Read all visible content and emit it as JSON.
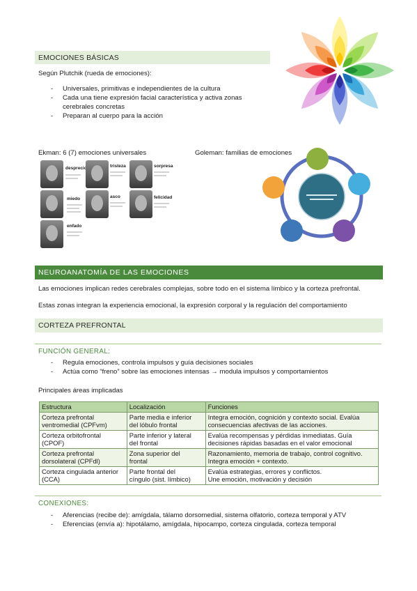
{
  "basicas": {
    "header": "EMOCIONES BÁSICAS",
    "intro": "Según Plutchik (rueda de emociones):",
    "bullets": [
      "Universales, primitivas e independientes de la cultura",
      "Cada una tiene expresión facial característica y activa zonas",
      "cerebrales concretas",
      "Preparan al cuerpo para la acción"
    ],
    "ekman_label": "Ekman: 6 (7) emociones universales",
    "goleman_label": "Goleman: familias de emociones",
    "ekman_faces": [
      "desprecio",
      "tristeza",
      "sorpresa",
      "miedo",
      "asco",
      "felicidad",
      "enfado"
    ]
  },
  "neuro": {
    "header": "NEUROANATOMÍA DE LAS EMOCIONES",
    "p1": "Las emociones implican redes cerebrales complejas, sobre todo en el sistema límbico y la corteza prefrontal.",
    "p2": "Estas zonas integran la experiencia emocional, la expresión corporal y la regulación del comportamiento"
  },
  "prefrontal": {
    "header": "CORTEZA PREFRONTAL",
    "funcion_title": "FUNCIÓN GENERAL:",
    "funcion_bullets": [
      "Regula emociones, controla impulsos y guía decisiones sociales",
      "Actúa como “freno” sobre las emociones intensas → modula impulsos y comportamientos"
    ],
    "areas_title": "Principales áreas implicadas",
    "table": {
      "headers": [
        "Estructura",
        "Localización",
        "Funciones"
      ],
      "rows": [
        {
          "estructura": [
            "Corteza prefrontal",
            "ventromedial (CPFvm)"
          ],
          "localizacion": [
            "Parte media e inferior",
            "del lóbulo frontal"
          ],
          "funciones": [
            "Integra emoción, cognición y contexto social. Evalúa",
            "consecuencias afectivas de las acciones."
          ]
        },
        {
          "estructura": [
            "Corteza orbitofrontal",
            "(CPOF)"
          ],
          "localizacion": [
            "Parte inferior y lateral",
            "del frontal"
          ],
          "funciones": [
            "Evalúa recompensas y pérdidas inmediatas. Guía",
            "decisiones rápidas basadas en el valor emocional"
          ]
        },
        {
          "estructura": [
            "Corteza prefrontal",
            "dorsolateral (CPFdl)"
          ],
          "localizacion": [
            "Zona superior del",
            "frontal"
          ],
          "funciones": [
            "Razonamiento, memoria de trabajo, control cognitivo.",
            "Integra emoción + contexto."
          ]
        },
        {
          "estructura": [
            "Corteza cingulada anterior",
            "(CCA)"
          ],
          "localizacion": [
            "Parte frontal del",
            "cíngulo (sist. límbico)"
          ],
          "funciones": [
            "Evalúa estrategias, errores y conflictos.",
            "Une emoción, motivación y decisión"
          ]
        }
      ]
    }
  },
  "conexiones": {
    "title": "CONEXIONES:",
    "bullets": [
      "Aferencias (recibe de): amígdala, tálamo dorsomedial, sistema olfatorio, corteza temporal y ATV",
      "Eferencias (envía a): hipotálamo, amígdala, hipocampo, corteza cingulada, corteza temporal"
    ]
  },
  "colors": {
    "band_light": "#e4efdb",
    "band_dark": "#4a8a3c",
    "table_header": "#b9d7a5",
    "table_alt": "#eef5e7",
    "goleman_ring": "#5b6fbf",
    "goleman_center": "#2f6f86"
  }
}
